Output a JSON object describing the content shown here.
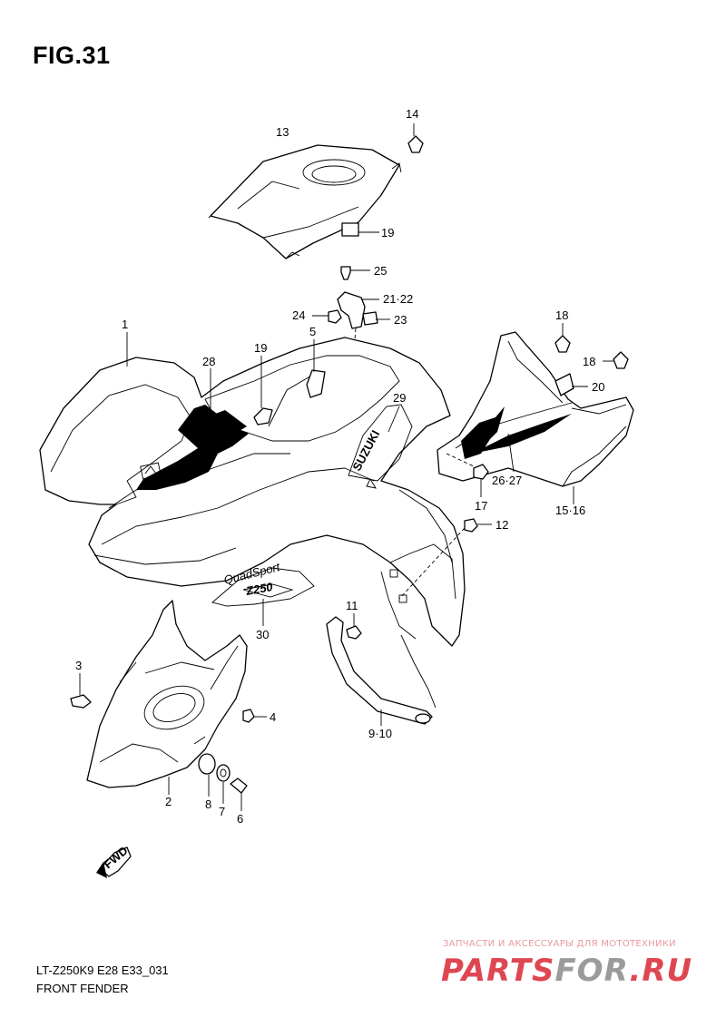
{
  "figure": {
    "title": "FIG.31",
    "model_code": "LT-Z250K9 E28 E33_031",
    "section_name": "FRONT FENDER"
  },
  "callouts": [
    "1",
    "2",
    "3",
    "4",
    "5",
    "6",
    "7",
    "8",
    "9·10",
    "11",
    "12",
    "13",
    "14",
    "15·16",
    "17",
    "18",
    "18",
    "19",
    "19",
    "20",
    "21·22",
    "23",
    "24",
    "25",
    "26·27",
    "28",
    "29",
    "30"
  ],
  "decals": {
    "suzuki": "SUZUKI",
    "quadsport": "QuadSport",
    "model": "Z250",
    "fwd": "FWD"
  },
  "watermark": {
    "tagline": "ЗАПЧАСТИ И АКСЕССУАРЫ ДЛЯ МОТОТЕХНИКИ",
    "logo_a": "PARTS",
    "logo_b": "FOR",
    "logo_c": ".RU"
  }
}
